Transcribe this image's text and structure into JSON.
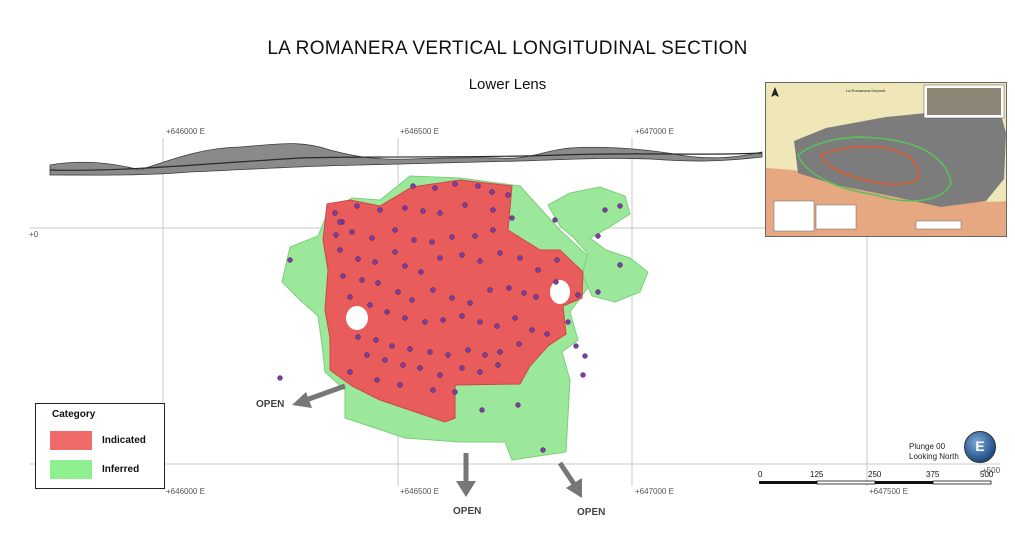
{
  "title": "LA ROMANERA VERTICAL LONGITUDINAL SECTION",
  "subtitle": "Lower Lens",
  "coords": {
    "top": [
      "+646000 E",
      "+646500 E",
      "+647000 E"
    ],
    "bottom": [
      "+646000 E",
      "+646500 E",
      "+647000 E",
      "+647500 E"
    ],
    "elev_left": "+0",
    "right_edge": "+500"
  },
  "open_labels": [
    "OPEN",
    "OPEN",
    "OPEN"
  ],
  "legend": {
    "title": "Category",
    "items": [
      {
        "label": "Indicated",
        "color": "#f06a6a"
      },
      {
        "label": "Inferred",
        "color": "#8ef08e"
      }
    ]
  },
  "plunge": {
    "line1": "Plunge 00",
    "line2": "Looking North"
  },
  "compass_glyph": "E",
  "scalebar": {
    "ticks": [
      "0",
      "125",
      "250",
      "375",
      "500"
    ]
  },
  "colors": {
    "indicated": "#e85c5c",
    "inferred": "#9be89b",
    "drillhole": "#7a3fa0",
    "topography": "#6d6d6d",
    "arrow": "#777777"
  },
  "icons": {
    "compass": "compass-icon",
    "north_arrow": "north-arrow-icon"
  },
  "inset_map": {
    "caption": "La Romanera Deposit"
  }
}
